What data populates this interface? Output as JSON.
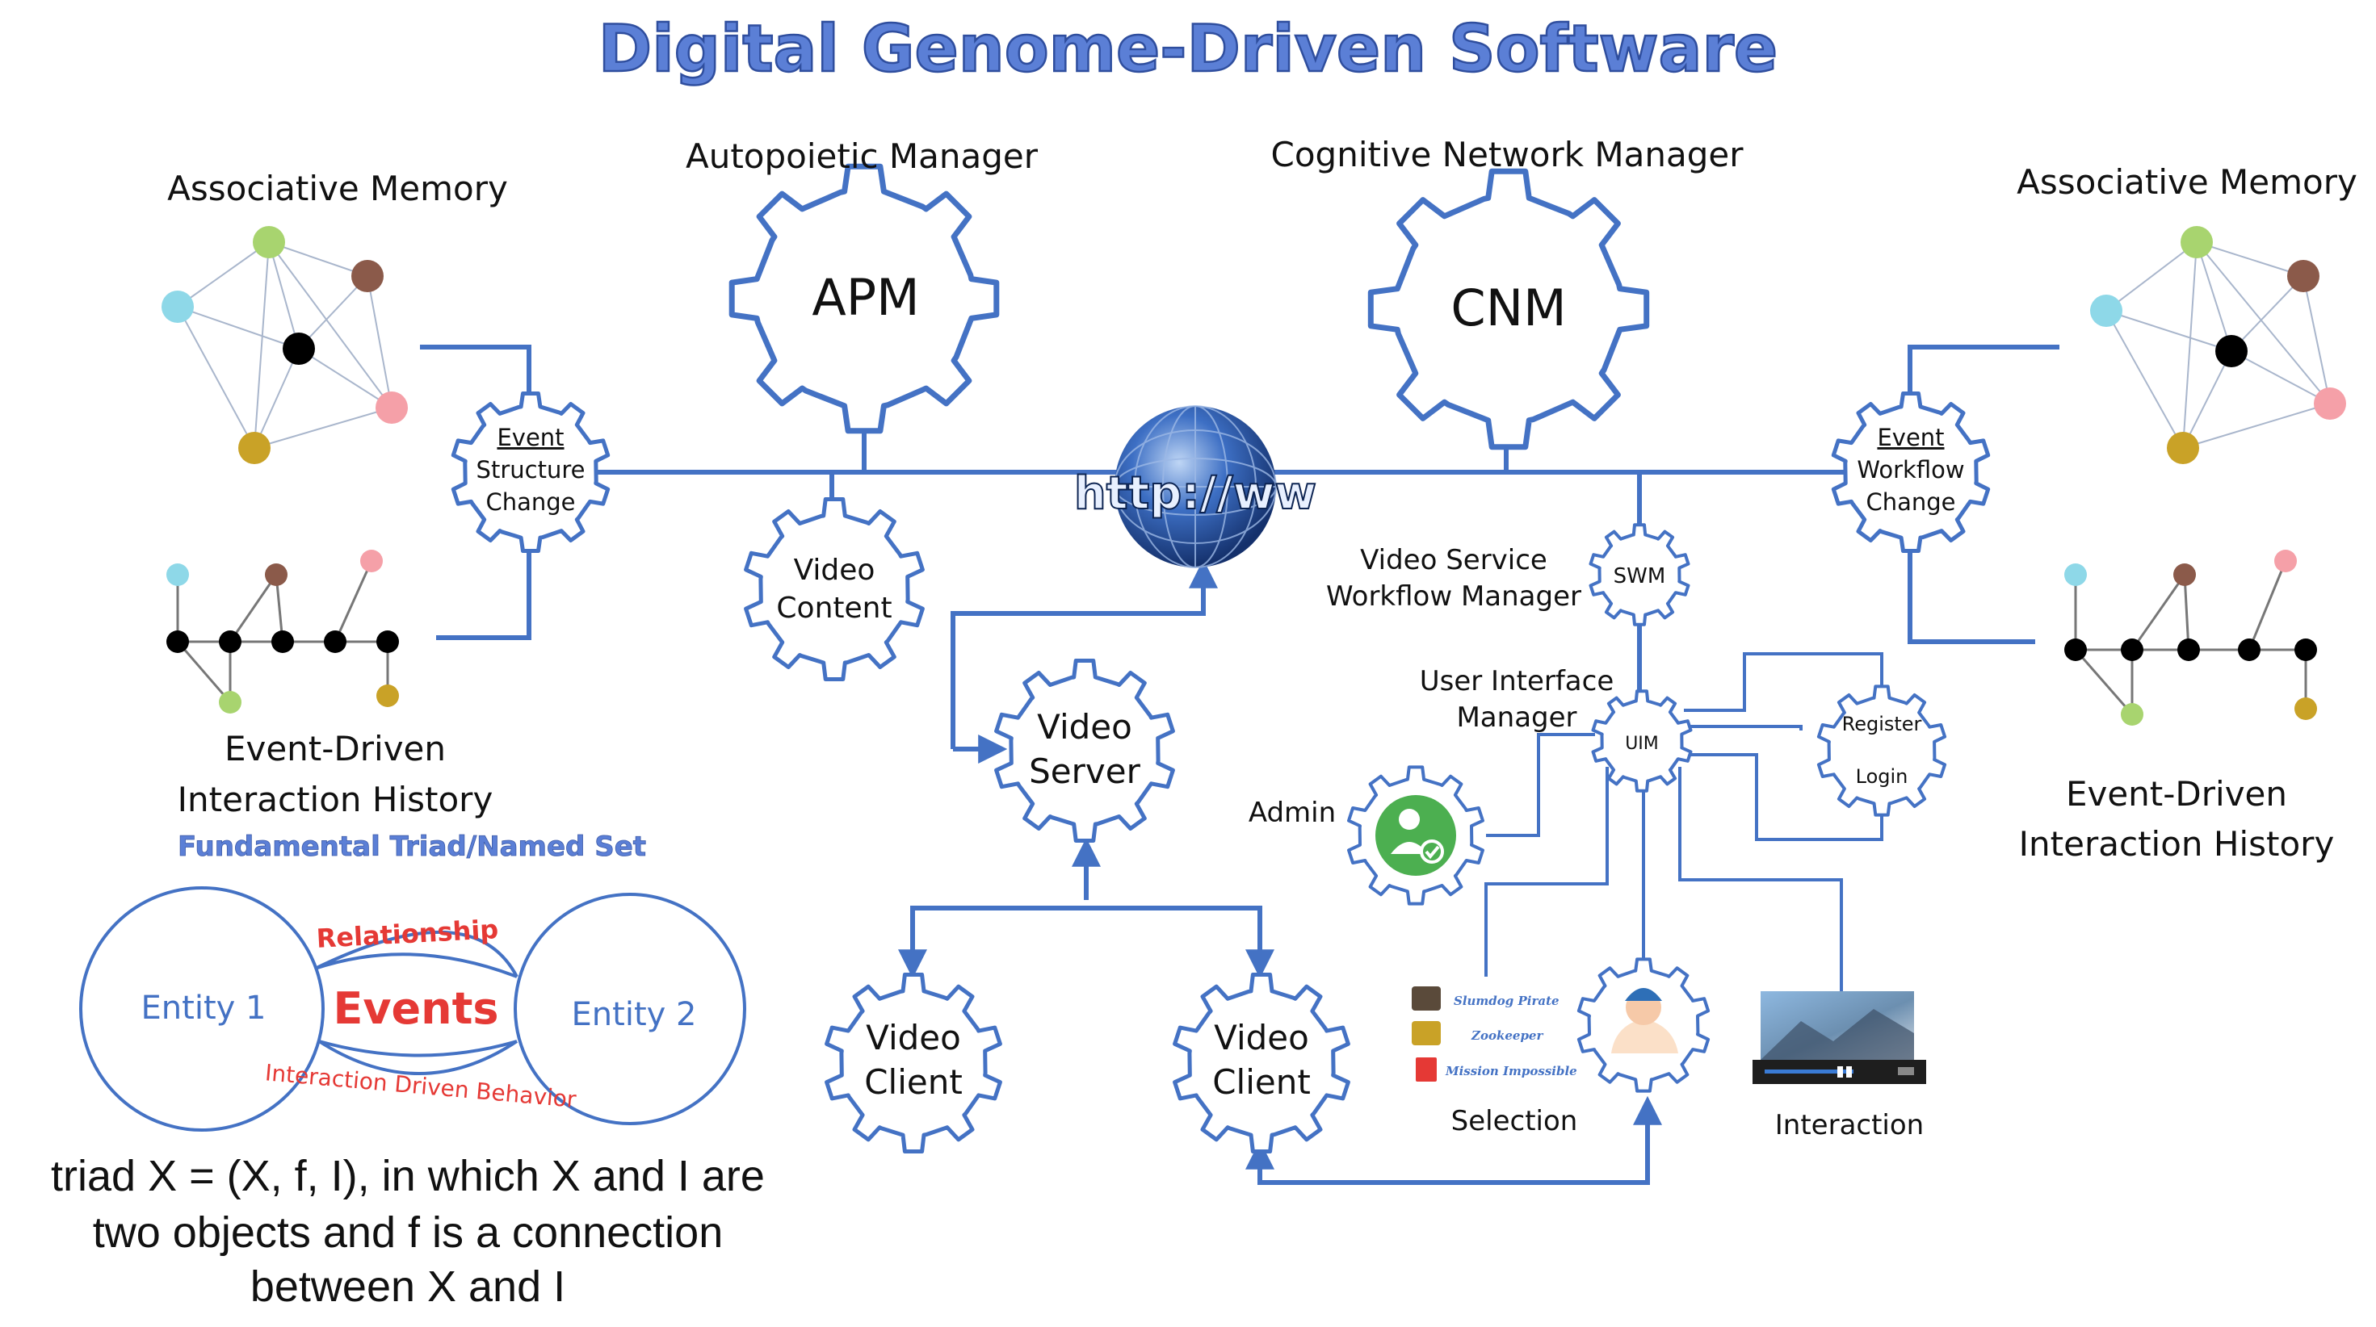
{
  "diagram": {
    "title": "Digital Genome-Driven Software",
    "colors": {
      "accent": "#4472C4",
      "title_fill": "#5B7FD6",
      "admin_green": "#4CAF50",
      "red_text": "#E53935"
    },
    "left_memory": {
      "title": "Associative Memory",
      "history_title_1": "Event-Driven",
      "history_title_2": "Interaction History"
    },
    "right_memory": {
      "title": "Associative Memory",
      "history_title_1": "Event-Driven",
      "history_title_2": "Interaction History"
    },
    "apm": {
      "heading": "Autopoietic Manager",
      "gear_label": "APM"
    },
    "cnm": {
      "heading": "Cognitive Network Manager",
      "gear_label": "CNM"
    },
    "event_structure": {
      "line1": "Event",
      "line2": "Structure",
      "line3": "Change"
    },
    "event_workflow": {
      "line1": "Event",
      "line2": "Workflow",
      "line3": "Change"
    },
    "video_content": {
      "line1": "Video",
      "line2": "Content"
    },
    "globe": {
      "text": "http://ww"
    },
    "video_server": {
      "line1": "Video",
      "line2": "Server"
    },
    "video_client_1": {
      "line1": "Video",
      "line2": "Client"
    },
    "video_client_2": {
      "line1": "Video",
      "line2": "Client"
    },
    "swm": {
      "gear_label": "SWM",
      "caption1": "Video Service",
      "caption2": "Workflow Manager"
    },
    "uim": {
      "gear_label": "UIM",
      "caption1": "User Interface",
      "caption2": "Manager"
    },
    "register": {
      "line1": "Register",
      "line2": "Login"
    },
    "admin": {
      "label": "Admin"
    },
    "selection": {
      "label": "Selection",
      "items": [
        "Slumdog Pirate",
        "Zookeeper",
        "Mission Impossible"
      ]
    },
    "interaction": {
      "label": "Interaction"
    },
    "triad": {
      "heading": "Fundamental Triad/Named Set",
      "entity1": "Entity 1",
      "entity2": "Entity 2",
      "relationship": "Relationship",
      "events": "Events",
      "behavior": "Interaction Driven Behavior",
      "caption_line1": "triad X = (X, f, I), in which X and I are",
      "caption_line2": "two objects and f is a connection",
      "caption_line3": "between X and I"
    }
  }
}
